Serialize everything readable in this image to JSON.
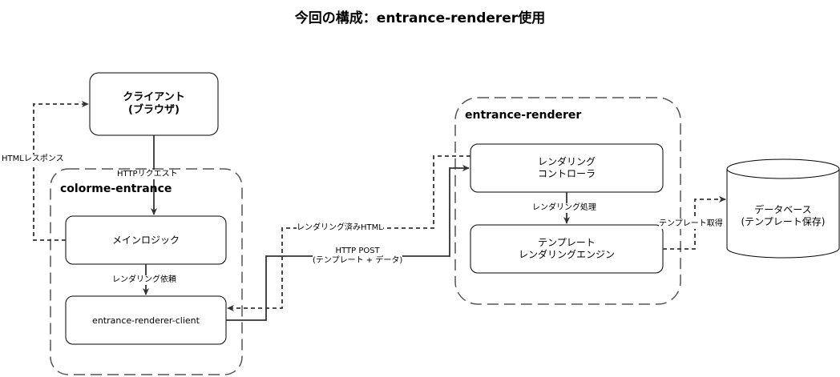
{
  "title": "今回の構成：entrance-renderer使用",
  "groups": {
    "colorme": {
      "label": "colorme-entrance"
    },
    "renderer": {
      "label": "entrance-renderer"
    }
  },
  "nodes": {
    "client": {
      "line1": "クライアント",
      "line2": "(ブラウザ)"
    },
    "main_logic": {
      "label": "メインロジック"
    },
    "renderer_client": {
      "label": "entrance-renderer-client"
    },
    "render_controller": {
      "line1": "レンダリング",
      "line2": "コントローラ"
    },
    "template_engine": {
      "line1": "テンプレート",
      "line2": "レンダリングエンジン"
    },
    "database": {
      "line1": "データベース",
      "line2": "(テンプレート保存)"
    }
  },
  "edges": {
    "http_request": "HTTPリクエスト",
    "html_response": "HTMLレスポンス",
    "render_request": "レンダリング依頼",
    "http_post_line1": "HTTP POST",
    "http_post_line2": "(テンプレート + データ)",
    "rendered_html": "レンダリング済みHTML",
    "render_process": "レンダリング処理",
    "template_fetch": "テンプレート取得"
  }
}
